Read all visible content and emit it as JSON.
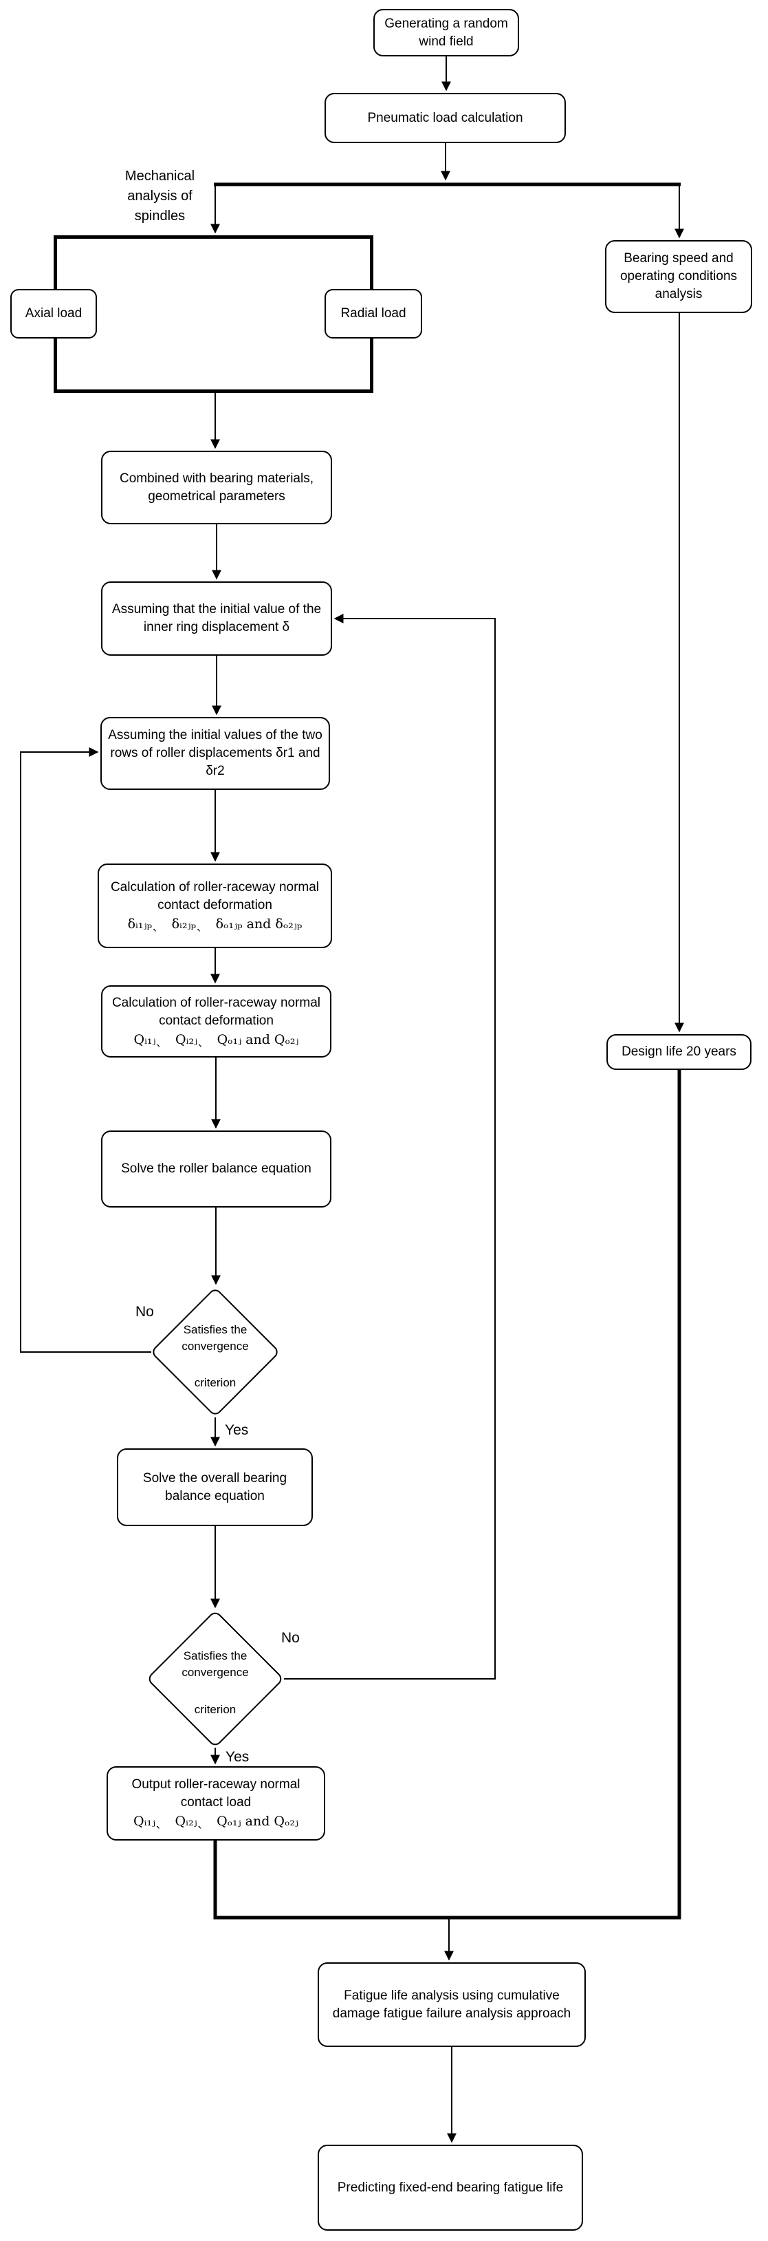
{
  "colors": {
    "ink": "#000000",
    "background": "#ffffff"
  },
  "flow": {
    "nodes": {
      "gen_wind": {
        "label": "Generating a random wind field"
      },
      "pneumatic": {
        "label": "Pneumatic load calculation"
      },
      "mech_label": {
        "label": "Mechanical analysis of spindles"
      },
      "axial": {
        "label": "Axial load"
      },
      "radial": {
        "label": "Radial load"
      },
      "bearing_speed": {
        "label": "Bearing speed and operating conditions analysis"
      },
      "combined": {
        "label": "Combined with bearing materials, geometrical parameters"
      },
      "assume_inner": {
        "label": "Assuming that the initial value of the inner ring displacement δ"
      },
      "assume_rows": {
        "label": "Assuming the initial values of the two rows of roller displacements δr1 and δr2"
      },
      "calc_deform": {
        "label": "Calculation of roller-raceway normal contact deformation",
        "formula": "δᵢ₁ⱼₚˎ  δᵢ₂ⱼₚˎ  δₒ₁ⱼₚ and δₒ₂ⱼₚ"
      },
      "calc_load": {
        "label": "Calculation of roller-raceway normal contact deformation",
        "formula": "Qᵢ₁ⱼˎ  Qᵢ₂ⱼˎ  Qₒ₁ⱼ and Qₒ₂ⱼ"
      },
      "solve_roller": {
        "label": "Solve the roller balance equation"
      },
      "conv1": {
        "top": "Satisfies the convergence",
        "bottom": "criterion"
      },
      "solve_overall": {
        "label": "Solve the overall bearing balance equation"
      },
      "conv2": {
        "top": "Satisfies the convergence",
        "bottom": "criterion"
      },
      "output": {
        "label": "Output roller-raceway normal contact load",
        "formula": "Qᵢ₁ⱼˎ  Qᵢ₂ⱼˎ  Qₒ₁ⱼ and Qₒ₂ⱼ"
      },
      "design_life": {
        "label": "Design life 20 years"
      },
      "fatigue": {
        "label": "Fatigue life analysis using cumulative damage fatigue failure analysis approach"
      },
      "predict": {
        "label": "Predicting fixed-end bearing fatigue life"
      }
    },
    "labels": {
      "no1": "No",
      "yes1": "Yes",
      "no2": "No",
      "yes2": "Yes"
    }
  }
}
